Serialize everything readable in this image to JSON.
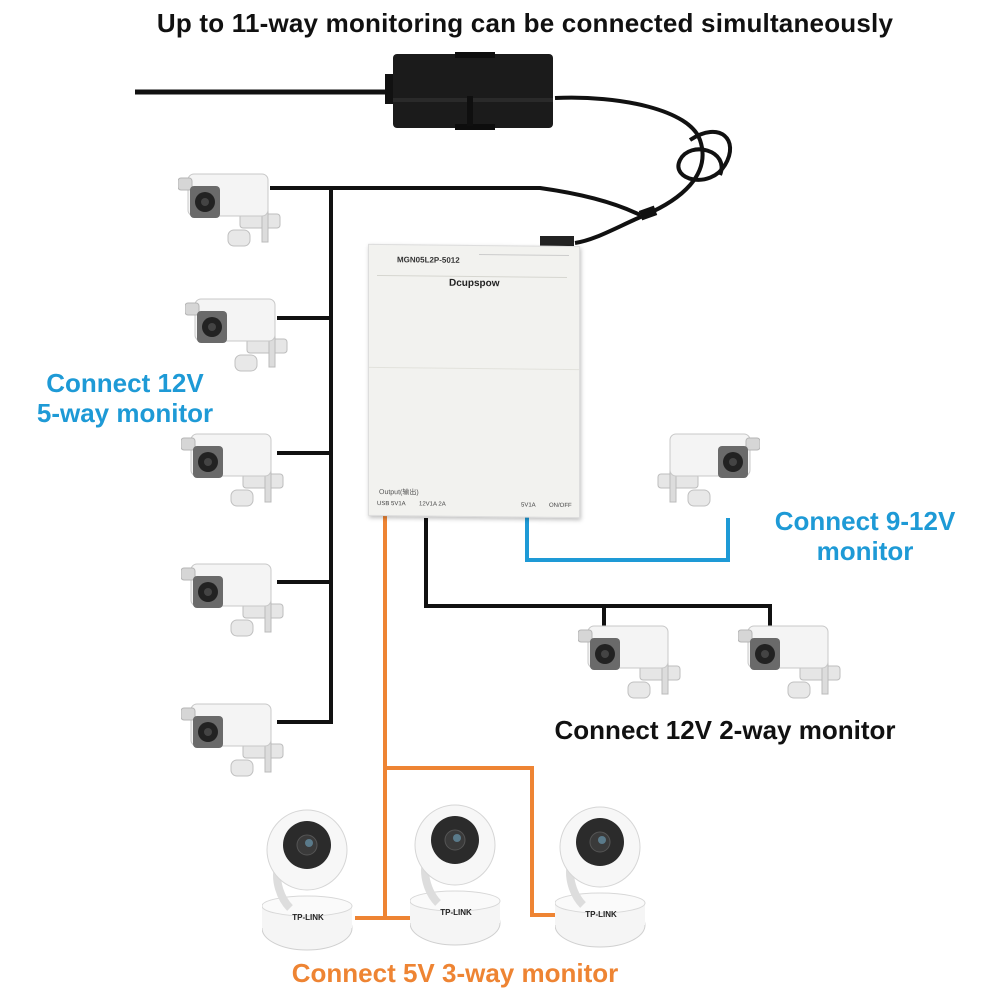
{
  "title": "Up to 11-way monitoring can be connected simultaneously",
  "labels": {
    "left": [
      "Connect 12V",
      "5-way monitor"
    ],
    "right": [
      "Connect 9-12V",
      "monitor"
    ],
    "bottom_right": "Connect 12V 2-way monitor",
    "bottom": "Connect 5V 3-way monitor"
  },
  "device": {
    "model": "MGN05L2P-5012",
    "brand": "Dcupspow",
    "output_label": "Output(输出)",
    "ports": [
      "USB 5V1A",
      "12V1A 2A",
      "5V1A",
      "ON/OFF"
    ]
  },
  "dome_cameras": [
    {
      "brand": "TP-LINK"
    },
    {
      "brand": "TP-LINK"
    },
    {
      "brand": "TP-LINK"
    }
  ],
  "colors": {
    "blue_line": "#1e9ad6",
    "orange_line": "#ee8433",
    "black_line": "#111111"
  }
}
